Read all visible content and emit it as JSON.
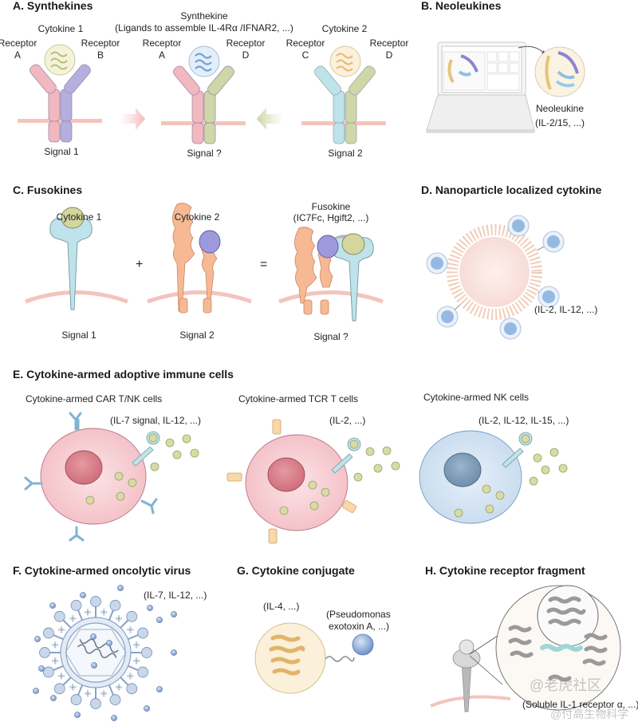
{
  "panels": {
    "a": {
      "title": "A. Synthekines",
      "left": {
        "cytokine": "Cytokine 1",
        "receptor_left": [
          "Receptor",
          "A"
        ],
        "receptor_right": [
          "Receptor",
          "B"
        ],
        "signal": "Signal 1"
      },
      "middle": {
        "title": "Synthekine",
        "subtitle": "(Ligands to assemble IL-4Rα /IFNAR2, ...)",
        "receptor_left": [
          "Receptor",
          "A"
        ],
        "receptor_right": [
          "Receptor",
          "D"
        ],
        "signal": "Signal ?"
      },
      "right": {
        "cytokine": "Cytokine 2",
        "receptor_left": [
          "Receptor",
          "C"
        ],
        "receptor_right": [
          "Receptor",
          "D"
        ],
        "signal": "Signal 2"
      }
    },
    "b": {
      "title": "B. Neoleukines",
      "label": "Neoleukine",
      "examples": "(IL-2/15, ...)"
    },
    "c": {
      "title": "C. Fusokines",
      "left": {
        "cytokine": "Cytokine 1",
        "signal": "Signal 1"
      },
      "plus": "+",
      "middle": {
        "cytokine": "Cytokine 2",
        "signal": "Signal 2"
      },
      "equals": "=",
      "right": {
        "title": "Fusokine",
        "examples": "(IC7Fc, Hgift2, ...)",
        "signal": "Signal ?"
      }
    },
    "d": {
      "title": "D. Nanoparticle localized cytokine",
      "examples": "(IL-2, IL-12, ...)"
    },
    "e": {
      "title": "E. Cytokine-armed adoptive immune cells",
      "cells": [
        {
          "label": "Cytokine-armed CAR T/NK cells",
          "examples": "(IL-7 signal, IL-12, ...)"
        },
        {
          "label": "Cytokine-armed TCR T cells",
          "examples": "(IL-2, ...)"
        },
        {
          "label": "Cytokine-armed NK cells",
          "examples": "(IL-2, IL-12, IL-15, ...)"
        }
      ]
    },
    "f": {
      "title": "F. Cytokine-armed oncolytic virus",
      "examples": "(IL-7, IL-12, ...)"
    },
    "g": {
      "title": "G. Cytokine conjugate",
      "cytokine_examples": "(IL-4, ...)",
      "payload_examples": [
        "(Pseudomonas",
        "exotoxin A, ...)"
      ]
    },
    "h": {
      "title": "H. Cytokine receptor fragment",
      "examples": "(Soluble IL-1 receptor α, ...)"
    }
  },
  "watermark": [
    "@老虎社区",
    "@付高生物科学"
  ],
  "colors": {
    "pink_receptor": "#f2b8bf",
    "purple_receptor": "#b3b0e0",
    "green_receptor": "#cfd6a8",
    "cyan_receptor": "#bfe3ea",
    "membrane": "#f3c4bd",
    "cell_pink": "#f6cdd2",
    "nucleus_pink": "#d9808b",
    "cell_blue": "#cfe1f1",
    "nucleus_blue": "#7e9cb6",
    "cytokine_dot": "#d8dba3",
    "orange_receptor": "#f6b994",
    "virus_blue": "#b8c9e4"
  }
}
